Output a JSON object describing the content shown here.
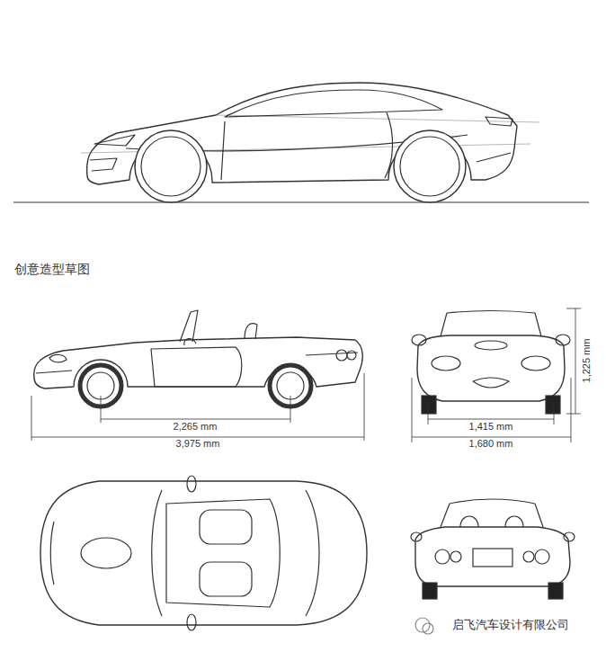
{
  "diagram": {
    "title": "创意造型草图",
    "labels": [
      "2,265 mm",
      "3,975 mm",
      "1,415 mm",
      "1,680 mm",
      "1,225 mm",
      "启飞汽车设计有限公司"
    ]
  }
}
